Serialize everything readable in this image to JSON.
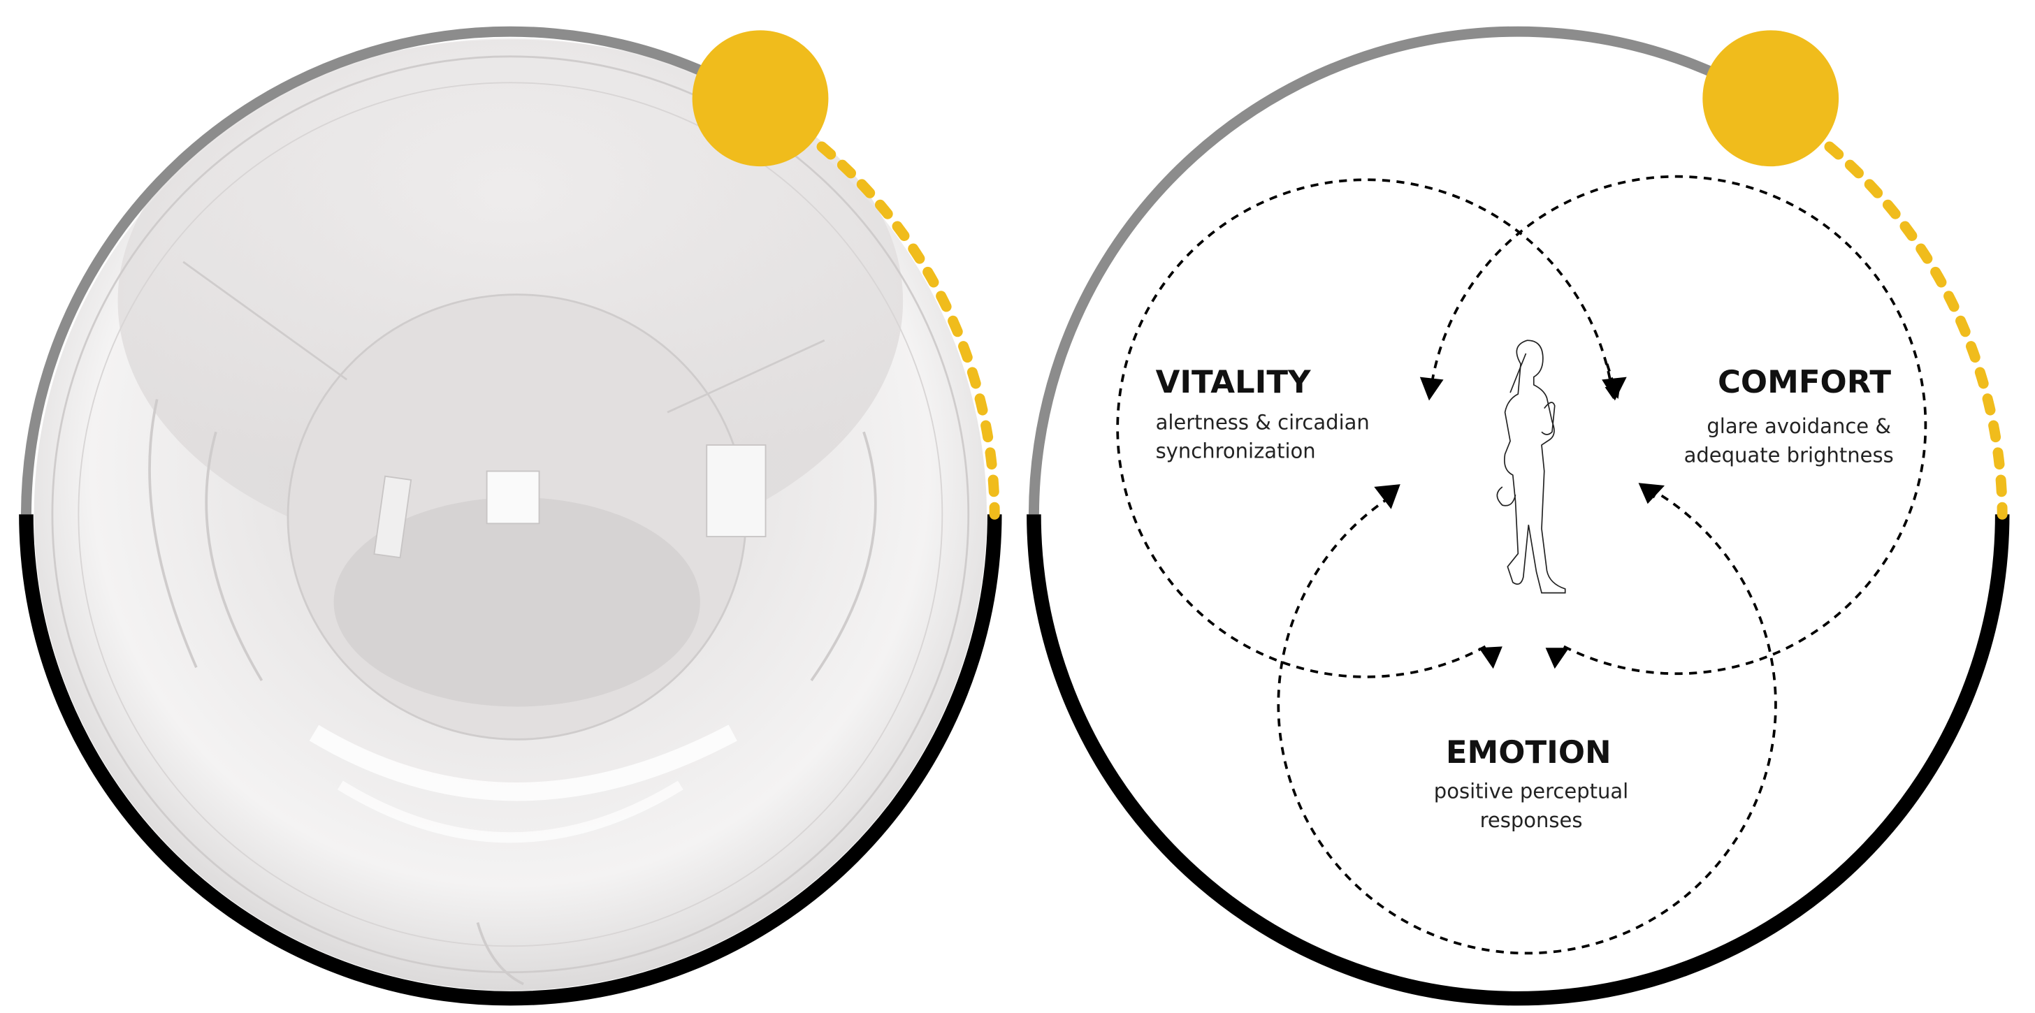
{
  "colors": {
    "sun": "#F0BC1C",
    "upper_arc": "#8C8C8C",
    "lower_arc": "#000000"
  },
  "diagram": {
    "vitality": {
      "title": "VITALITY",
      "line1": "alertness & circadian",
      "line2": "synchronization"
    },
    "comfort": {
      "title": "COMFORT",
      "line1": "glare avoidance &",
      "line2": "adequate brightness"
    },
    "emotion": {
      "title": "EMOTION",
      "line1": "positive perceptual",
      "line2": "responses"
    }
  }
}
